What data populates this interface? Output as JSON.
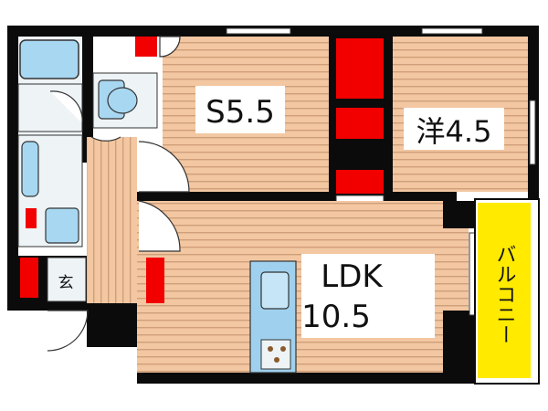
{
  "rooms": {
    "service_room": {
      "label": "S5.5"
    },
    "western_room": {
      "label": "洋4.5"
    },
    "ldk": {
      "label_line1": "LDK",
      "label_line2": "10.5"
    },
    "entrance": {
      "label": "玄"
    },
    "balcony": {
      "label": "バルコニー"
    }
  },
  "colors": {
    "wall": "#0b0b0b",
    "floor_wood": "#f2c7a2",
    "floor_stripe": "#c89a74",
    "storage_red": "#f20000",
    "balcony_yellow": "#ffea00",
    "wet_area_blue": "#a8d7f2",
    "wet_area_bg": "#eef3f6",
    "kitchen_blue": "#9fd1ee",
    "label_bg": "#ffffff"
  }
}
